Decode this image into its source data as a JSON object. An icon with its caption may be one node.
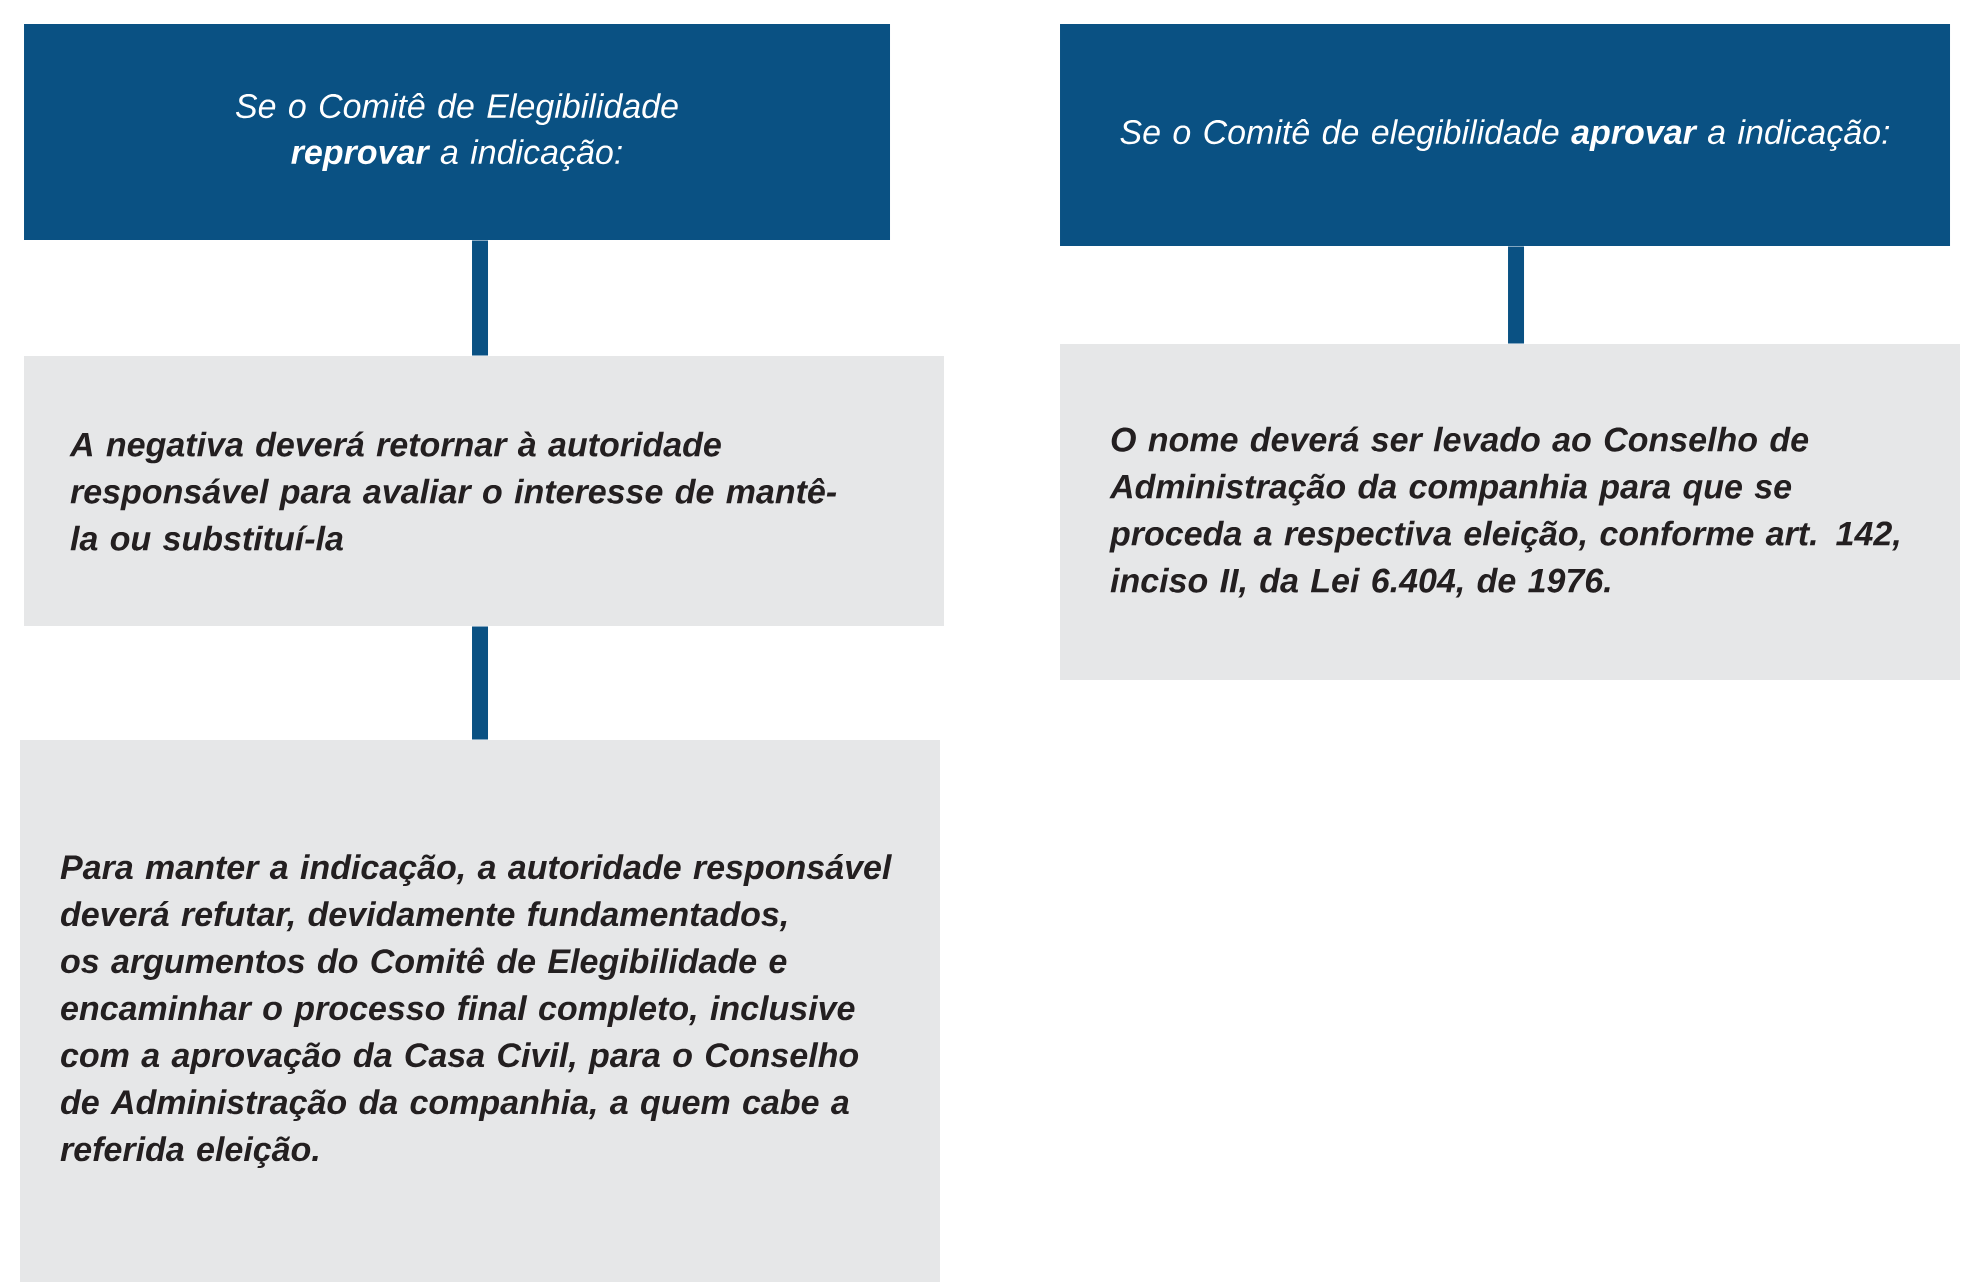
{
  "diagram": {
    "nodes": [
      {
        "text": [
          "Se o Comitê de Elegibilidade **reprovar** a indicação:"
        ]
      },
      {
        "text": [
          "Se o Comitê de elegibilidade **aprovar** a indicação:"
        ]
      },
      {
        "text": [
          "A negativa deverá retornar à autoridade responsável para avaliar o interesse de mantê-la ou substituí-la"
        ]
      },
      {
        "text": [
          "O nome deverá ser levado ao Conselho de Administração da companhia para que se proceda a respectiva eleição, conforme art. 142, inciso II, da Lei 6.404, de 1976."
        ]
      },
      {
        "text": [
          "Para manter a indicação, a autoridade responsável deverá refutar, devidamente fundamentados, os argumentos do Comitê de Elegibilidade e encaminhar o processo final completo, inclusive com a aprovação da Casa Civil, para o Conselho de Administração da companhia, a quem cabe a referida eleição."
        ]
      }
    ],
    "edges": [
      {
        "from": 0,
        "to": 2,
        "arrow": "none"
      },
      {
        "from": 2,
        "to": 4,
        "arrow": "none"
      },
      {
        "from": 1,
        "to": 3,
        "arrow": "none"
      }
    ]
  }
}
